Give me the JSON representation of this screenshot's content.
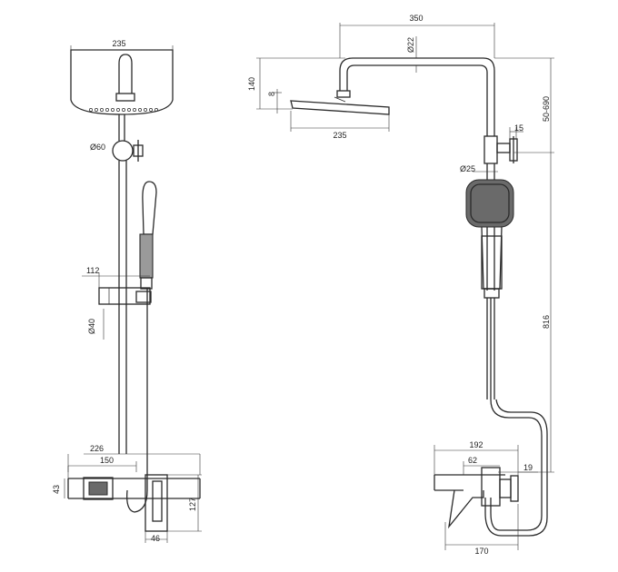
{
  "front_view": {
    "head_width": "235",
    "diverter_diameter": "Ø60",
    "holder_width": "112",
    "bar_diameter": "Ø40",
    "body_width": "226",
    "spout_width": "150",
    "spout_height": "43",
    "mixer_height": "127",
    "mixer_depth": "46"
  },
  "side_view": {
    "arm_length": "350",
    "arm_diameter": "Ø22",
    "head_drop": "140",
    "head_thickness": "8",
    "head_width": "235",
    "height_adjust": "50-690",
    "diverter_depth": "15",
    "hand_shower_diameter": "Ø25",
    "bar_height": "816",
    "body_width": "192",
    "spout_offset": "62",
    "wall_offset": "19",
    "mixer_depth": "170"
  }
}
